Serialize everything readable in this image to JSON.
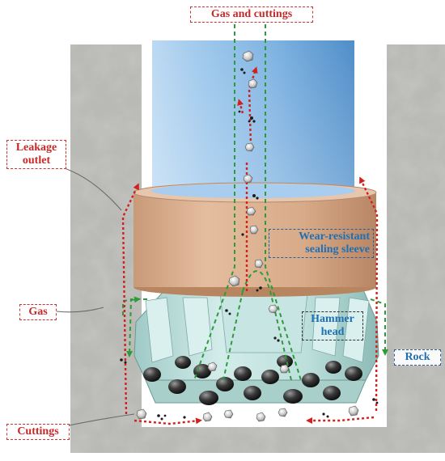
{
  "labels": {
    "gas_and_cuttings": "Gas and cuttings",
    "leakage_outlet_line1": "Leakage",
    "leakage_outlet_line2": "outlet",
    "wear_sleeve_line1": "Wear-resistant",
    "wear_sleeve_line2": "sealing sleeve",
    "hammer_head_line1": "Hammer",
    "hammer_head_line2": "head",
    "gas": "Gas",
    "rock": "Rock",
    "cuttings": "Cuttings"
  },
  "colors": {
    "rock_base": "#b8b8b4",
    "pipe_light": "#cfe6f7",
    "pipe_mid": "#7fb6e4",
    "sleeve": "#d9ae8e",
    "hammer": "#b9ddd9",
    "flow_red": "#d0211f",
    "flow_green": "#2e9b3a",
    "label_red": "#c62828",
    "label_blue": "#1f6fb2"
  }
}
